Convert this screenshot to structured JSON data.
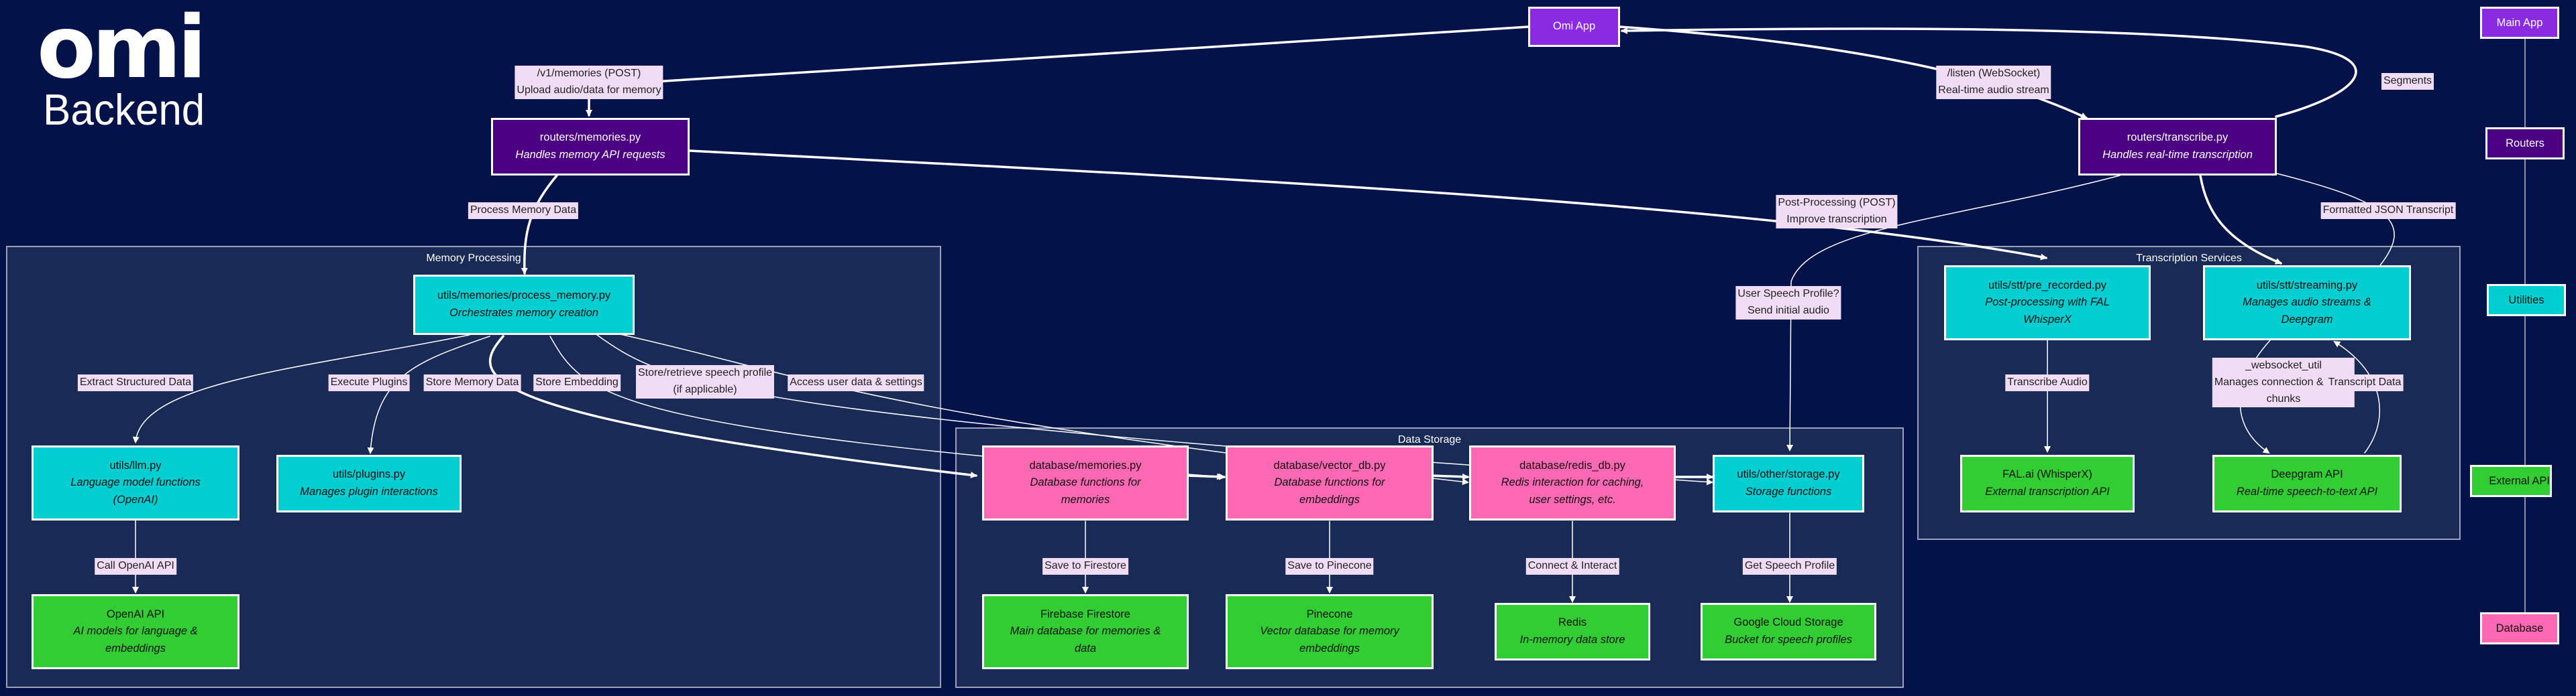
{
  "logo": {
    "word": "omi",
    "subtitle": "Backend"
  },
  "clusters": {
    "memory_processing": "Memory Processing",
    "data_storage": "Data Storage",
    "transcription_services": "Transcription Services"
  },
  "nodes": {
    "omi_app": {
      "title": "Omi App"
    },
    "routers_memories": {
      "title": "routers/memories.py",
      "desc": "Handles memory API requests"
    },
    "routers_transcribe": {
      "title": "routers/transcribe.py",
      "desc": "Handles real-time transcription"
    },
    "process_memory": {
      "title": "utils/memories/process_memory.py",
      "desc": "Orchestrates memory creation"
    },
    "llm": {
      "title": "utils/llm.py",
      "desc": "Language model functions (OpenAI)"
    },
    "plugins": {
      "title": "utils/plugins.py",
      "desc": "Manages plugin interactions"
    },
    "openai": {
      "title": "OpenAI API",
      "desc": "AI models for language & embeddings"
    },
    "db_memories": {
      "title": "database/memories.py",
      "desc": "Database functions for memories"
    },
    "db_vector": {
      "title": "database/vector_db.py",
      "desc": "Database functions for embeddings"
    },
    "db_redis": {
      "title": "database/redis_db.py",
      "desc": "Redis interaction for caching, user settings, etc."
    },
    "storage": {
      "title": "utils/other/storage.py",
      "desc": "Storage functions"
    },
    "firestore": {
      "title": "Firebase Firestore",
      "desc": "Main database for memories & data"
    },
    "pinecone": {
      "title": "Pinecone",
      "desc": "Vector database for memory embeddings"
    },
    "redis": {
      "title": "Redis",
      "desc": "In-memory data store"
    },
    "gcs": {
      "title": "Google Cloud Storage",
      "desc": "Bucket for speech profiles"
    },
    "pre_recorded": {
      "title": "utils/stt/pre_recorded.py",
      "desc": "Post-processing with FAL WhisperX"
    },
    "streaming": {
      "title": "utils/stt/streaming.py",
      "desc": "Manages audio streams & Deepgram"
    },
    "fal": {
      "title": "FAL.ai (WhisperX)",
      "desc": "External transcription API"
    },
    "deepgram": {
      "title": "Deepgram API",
      "desc": "Real-time speech-to-text API"
    }
  },
  "edge_labels": {
    "v1_memories": [
      "/v1/memories (POST)",
      "Upload audio/data for memory"
    ],
    "listen": [
      "/listen (WebSocket)",
      "Real-time audio stream"
    ],
    "segments": [
      "Segments"
    ],
    "process_memory_data": [
      "Process Memory Data"
    ],
    "post_processing": [
      "Post-Processing (POST)",
      "Improve transcription"
    ],
    "formatted_json": [
      "Formatted JSON Transcript"
    ],
    "user_speech_profile": [
      "User Speech Profile?",
      "Send initial audio"
    ],
    "extract_structured": [
      "Extract Structured Data"
    ],
    "execute_plugins": [
      "Execute Plugins"
    ],
    "store_memory_data": [
      "Store Memory Data"
    ],
    "store_embedding": [
      "Store Embedding"
    ],
    "store_retrieve_profile": [
      "Store/retrieve speech profile",
      "(if applicable)"
    ],
    "access_user_data": [
      "Access user data & settings"
    ],
    "call_openai": [
      "Call OpenAI API"
    ],
    "save_firestore": [
      "Save to Firestore"
    ],
    "save_pinecone": [
      "Save to Pinecone"
    ],
    "connect_interact": [
      "Connect & Interact"
    ],
    "get_speech_profile": [
      "Get Speech Profile"
    ],
    "transcribe_audio": [
      "Transcribe Audio"
    ],
    "websocket_util": [
      "_websocket_util",
      "Manages connection & audio",
      "chunks"
    ],
    "transcript_data": [
      "Transcript Data"
    ]
  },
  "legend": {
    "main_app": "Main App",
    "routers": "Routers",
    "utilities": "Utilities",
    "external_api": "External API",
    "database": "Database"
  },
  "colors": {
    "background": "#03134a",
    "cluster": "#1a2a56",
    "app": "#8a2be2",
    "router": "#4b0082",
    "utility": "#00ced1",
    "database": "#ff69b4",
    "external": "#32cd32",
    "label_bg": "#f0dcf4",
    "edge": "#ffffff"
  }
}
